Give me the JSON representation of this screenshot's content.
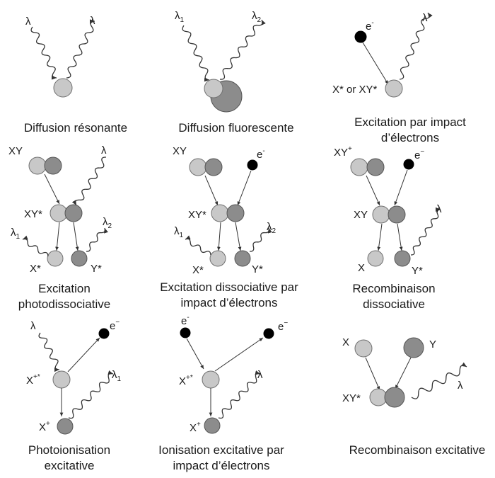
{
  "panels": [
    {
      "caption_lines": [
        "Diffusion résonante"
      ],
      "labels": [
        {
          "text": "λ"
        },
        {
          "text": "λ"
        }
      ]
    },
    {
      "caption_lines": [
        "Diffusion fluorescente"
      ],
      "labels": [
        {
          "text": "λ",
          "sub": "1"
        },
        {
          "text": "λ",
          "sub": "2"
        }
      ]
    },
    {
      "caption_lines": [
        "Excitation par impact",
        "d’électrons"
      ],
      "labels": [
        {
          "text": "e",
          "sup": "-"
        },
        {
          "text": "λ"
        },
        {
          "text": "X* or XY*"
        }
      ]
    },
    {
      "caption_lines": [
        "Excitation",
        "photodissociative"
      ],
      "labels": [
        {
          "text": "XY"
        },
        {
          "text": "λ"
        },
        {
          "text": "XY*"
        },
        {
          "text": "λ",
          "sub": "1"
        },
        {
          "text": "λ",
          "sub": "2"
        },
        {
          "text": "X*"
        },
        {
          "text": "Y*"
        }
      ]
    },
    {
      "caption_lines": [
        "Excitation dissociative par",
        "impact d’électrons"
      ],
      "labels": [
        {
          "text": "XY"
        },
        {
          "text": "e",
          "sup": "-"
        },
        {
          "text": "XY*"
        },
        {
          "text": "λ",
          "sub": "1"
        },
        {
          "text": "λ",
          "sub": "2"
        },
        {
          "text": "X*"
        },
        {
          "text": "Y*"
        }
      ]
    },
    {
      "caption_lines": [
        "Recombinaison",
        "dissociative"
      ],
      "labels": [
        {
          "text": "XY",
          "sup": "+"
        },
        {
          "text": "e",
          "sup": "−"
        },
        {
          "text": "XY"
        },
        {
          "text": "λ"
        },
        {
          "text": "X"
        },
        {
          "text": "Y*"
        }
      ]
    },
    {
      "caption_lines": [
        "Photoionisation",
        "excitative"
      ],
      "labels": [
        {
          "text": "λ"
        },
        {
          "text": "e",
          "sup": "−"
        },
        {
          "text": "X",
          "sup": "+*"
        },
        {
          "text": "λ",
          "sub": "1"
        },
        {
          "text": "X",
          "sup": "+"
        }
      ]
    },
    {
      "caption_lines": [
        "Ionisation excitative par",
        "impact d’électrons"
      ],
      "labels": [
        {
          "text": "e",
          "sup": "-"
        },
        {
          "text": "e",
          "sup": "−"
        },
        {
          "text": "X",
          "sup": "+*"
        },
        {
          "text": "λ"
        },
        {
          "text": "X",
          "sup": "+"
        }
      ]
    },
    {
      "caption_lines": [
        "Recombinaison excitative"
      ],
      "labels": [
        {
          "text": "X"
        },
        {
          "text": "Y"
        },
        {
          "text": "XY*"
        },
        {
          "text": "λ"
        }
      ]
    }
  ]
}
